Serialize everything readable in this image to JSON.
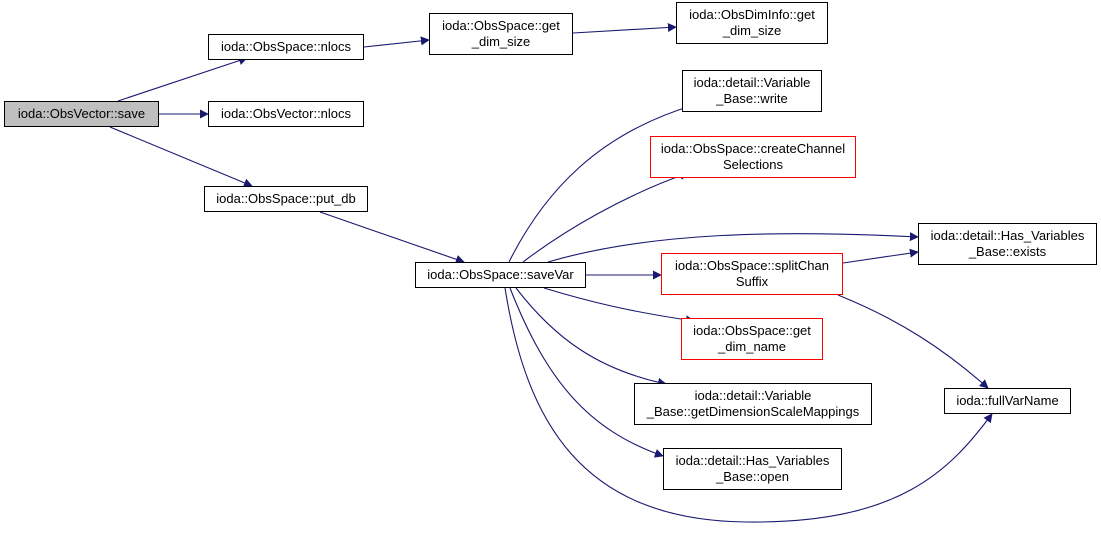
{
  "colors": {
    "edge": "#191970",
    "node_border": "#000000",
    "node_highlight_border": "#ff0000",
    "current_fill": "#bfbfbf"
  },
  "nodes": {
    "save": {
      "lines": [
        "ioda::ObsVector::save"
      ],
      "current": true
    },
    "nlocs_space": {
      "lines": [
        "ioda::ObsSpace::nlocs"
      ]
    },
    "nlocs_vector": {
      "lines": [
        "ioda::ObsVector::nlocs"
      ]
    },
    "put_db": {
      "lines": [
        "ioda::ObsSpace::put_db"
      ]
    },
    "get_dim_size": {
      "lines": [
        "ioda::ObsSpace::get",
        "_dim_size"
      ]
    },
    "dim_info_size": {
      "lines": [
        "ioda::ObsDimInfo::get",
        "_dim_size"
      ]
    },
    "save_var": {
      "lines": [
        "ioda::ObsSpace::saveVar"
      ]
    },
    "var_write": {
      "lines": [
        "ioda::detail::Variable",
        "_Base::write"
      ]
    },
    "create_chan": {
      "lines": [
        "ioda::ObsSpace::createChannel",
        "Selections"
      ],
      "highlight": true
    },
    "split_chan": {
      "lines": [
        "ioda::ObsSpace::splitChan",
        "Suffix"
      ],
      "highlight": true
    },
    "get_dim_name": {
      "lines": [
        "ioda::ObsSpace::get",
        "_dim_name"
      ],
      "highlight": true
    },
    "get_dim_scale": {
      "lines": [
        "ioda::detail::Variable",
        "_Base::getDimensionScaleMappings"
      ]
    },
    "has_open": {
      "lines": [
        "ioda::detail::Has_Variables",
        "_Base::open"
      ]
    },
    "has_exists": {
      "lines": [
        "ioda::detail::Has_Variables",
        "_Base::exists"
      ]
    },
    "full_var_name": {
      "lines": [
        "ioda::fullVarName"
      ]
    }
  },
  "edges": [
    [
      "save",
      "nlocs_space"
    ],
    [
      "save",
      "nlocs_vector"
    ],
    [
      "save",
      "put_db"
    ],
    [
      "nlocs_space",
      "get_dim_size"
    ],
    [
      "get_dim_size",
      "dim_info_size"
    ],
    [
      "put_db",
      "save_var"
    ],
    [
      "save_var",
      "var_write"
    ],
    [
      "save_var",
      "create_chan"
    ],
    [
      "save_var",
      "has_exists"
    ],
    [
      "save_var",
      "split_chan"
    ],
    [
      "save_var",
      "get_dim_name"
    ],
    [
      "save_var",
      "get_dim_scale"
    ],
    [
      "save_var",
      "has_open"
    ],
    [
      "save_var",
      "full_var_name"
    ],
    [
      "split_chan",
      "has_exists"
    ],
    [
      "split_chan",
      "full_var_name"
    ]
  ]
}
